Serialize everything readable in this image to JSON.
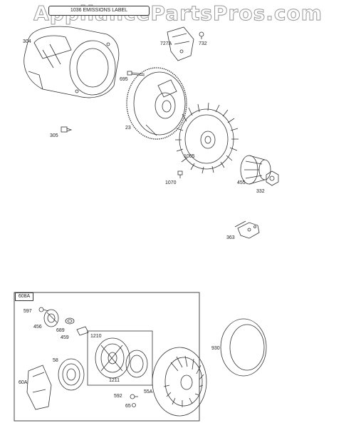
{
  "watermark": "AppliancePartsPros.com",
  "emissions_label": "1036 EMISSIONS LABEL",
  "kit_label": "608A",
  "parts": {
    "p304": "304",
    "p727a": "727A",
    "p732": "732",
    "p695": "695",
    "p23": "23",
    "p305": "305",
    "p1005": "1005",
    "p1070": "1070",
    "p455": "455",
    "p332": "332",
    "p363": "363",
    "p597": "597",
    "p456": "456",
    "p689": "689",
    "p459": "459",
    "p58": "58",
    "p60a": "60A",
    "p1210": "1210",
    "p1211": "1211",
    "p592": "592",
    "p65": "65",
    "p55a": "55A",
    "p930": "930"
  }
}
